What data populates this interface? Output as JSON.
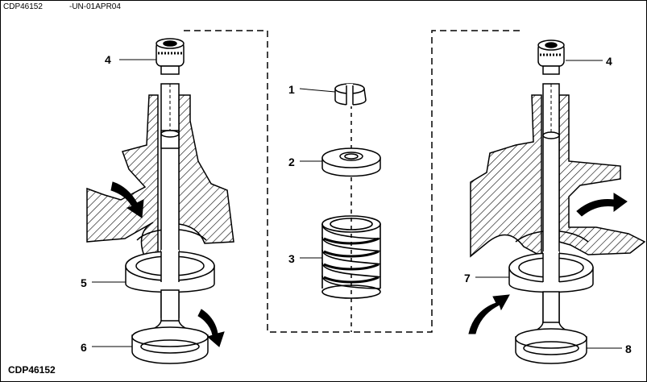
{
  "header": {
    "code": "CDP46152",
    "ref": "-UN-01APR04"
  },
  "footer": {
    "code": "CDP46152"
  },
  "callouts": {
    "c1": "1",
    "c2": "2",
    "c3": "3",
    "c4_left": "4",
    "c4_right": "4",
    "c5": "5",
    "c6": "6",
    "c7": "7",
    "c8": "8"
  },
  "colors": {
    "ink": "#000000",
    "paper": "#ffffff"
  }
}
